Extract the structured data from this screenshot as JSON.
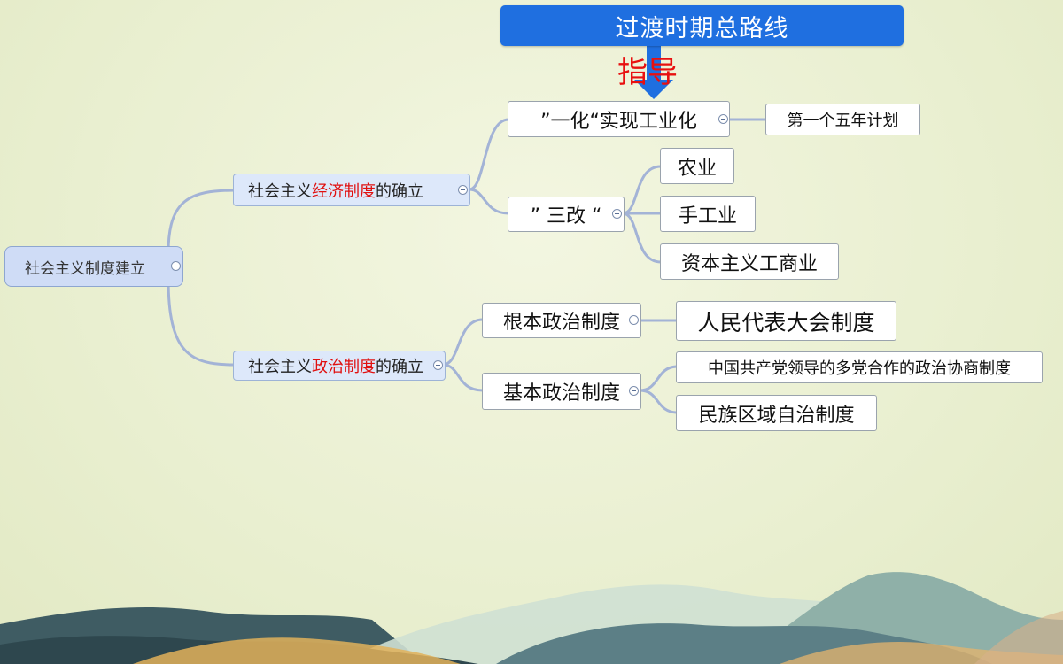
{
  "banner": {
    "title": "过渡时期总路线",
    "guide_label": "指导"
  },
  "root": {
    "label": "社会主义制度建立"
  },
  "economic": {
    "label_prefix": "社会主义",
    "label_highlight": "经济制度",
    "label_suffix": "的确立",
    "industrialization": {
      "label": "”一化“实现工业化",
      "child": "第一个五年计划"
    },
    "three_reforms": {
      "label": "” 三改 “",
      "children": [
        "农业",
        "手工业",
        "资本主义工商业"
      ]
    }
  },
  "political": {
    "label_prefix": "社会主义",
    "label_highlight": "政治制度",
    "label_suffix": "的确立",
    "fundamental": {
      "label": "根本政治制度",
      "child": "人民代表大会制度"
    },
    "basic": {
      "label": "基本政治制度",
      "children": [
        "中国共产党领导的多党合作的政治协商制度",
        "民族区域自治制度"
      ]
    }
  },
  "colors": {
    "banner": "#1f6fe0",
    "highlight_text": "#e01010",
    "connector": "#a3b3d6",
    "level1_fill": "#dde8fa"
  }
}
